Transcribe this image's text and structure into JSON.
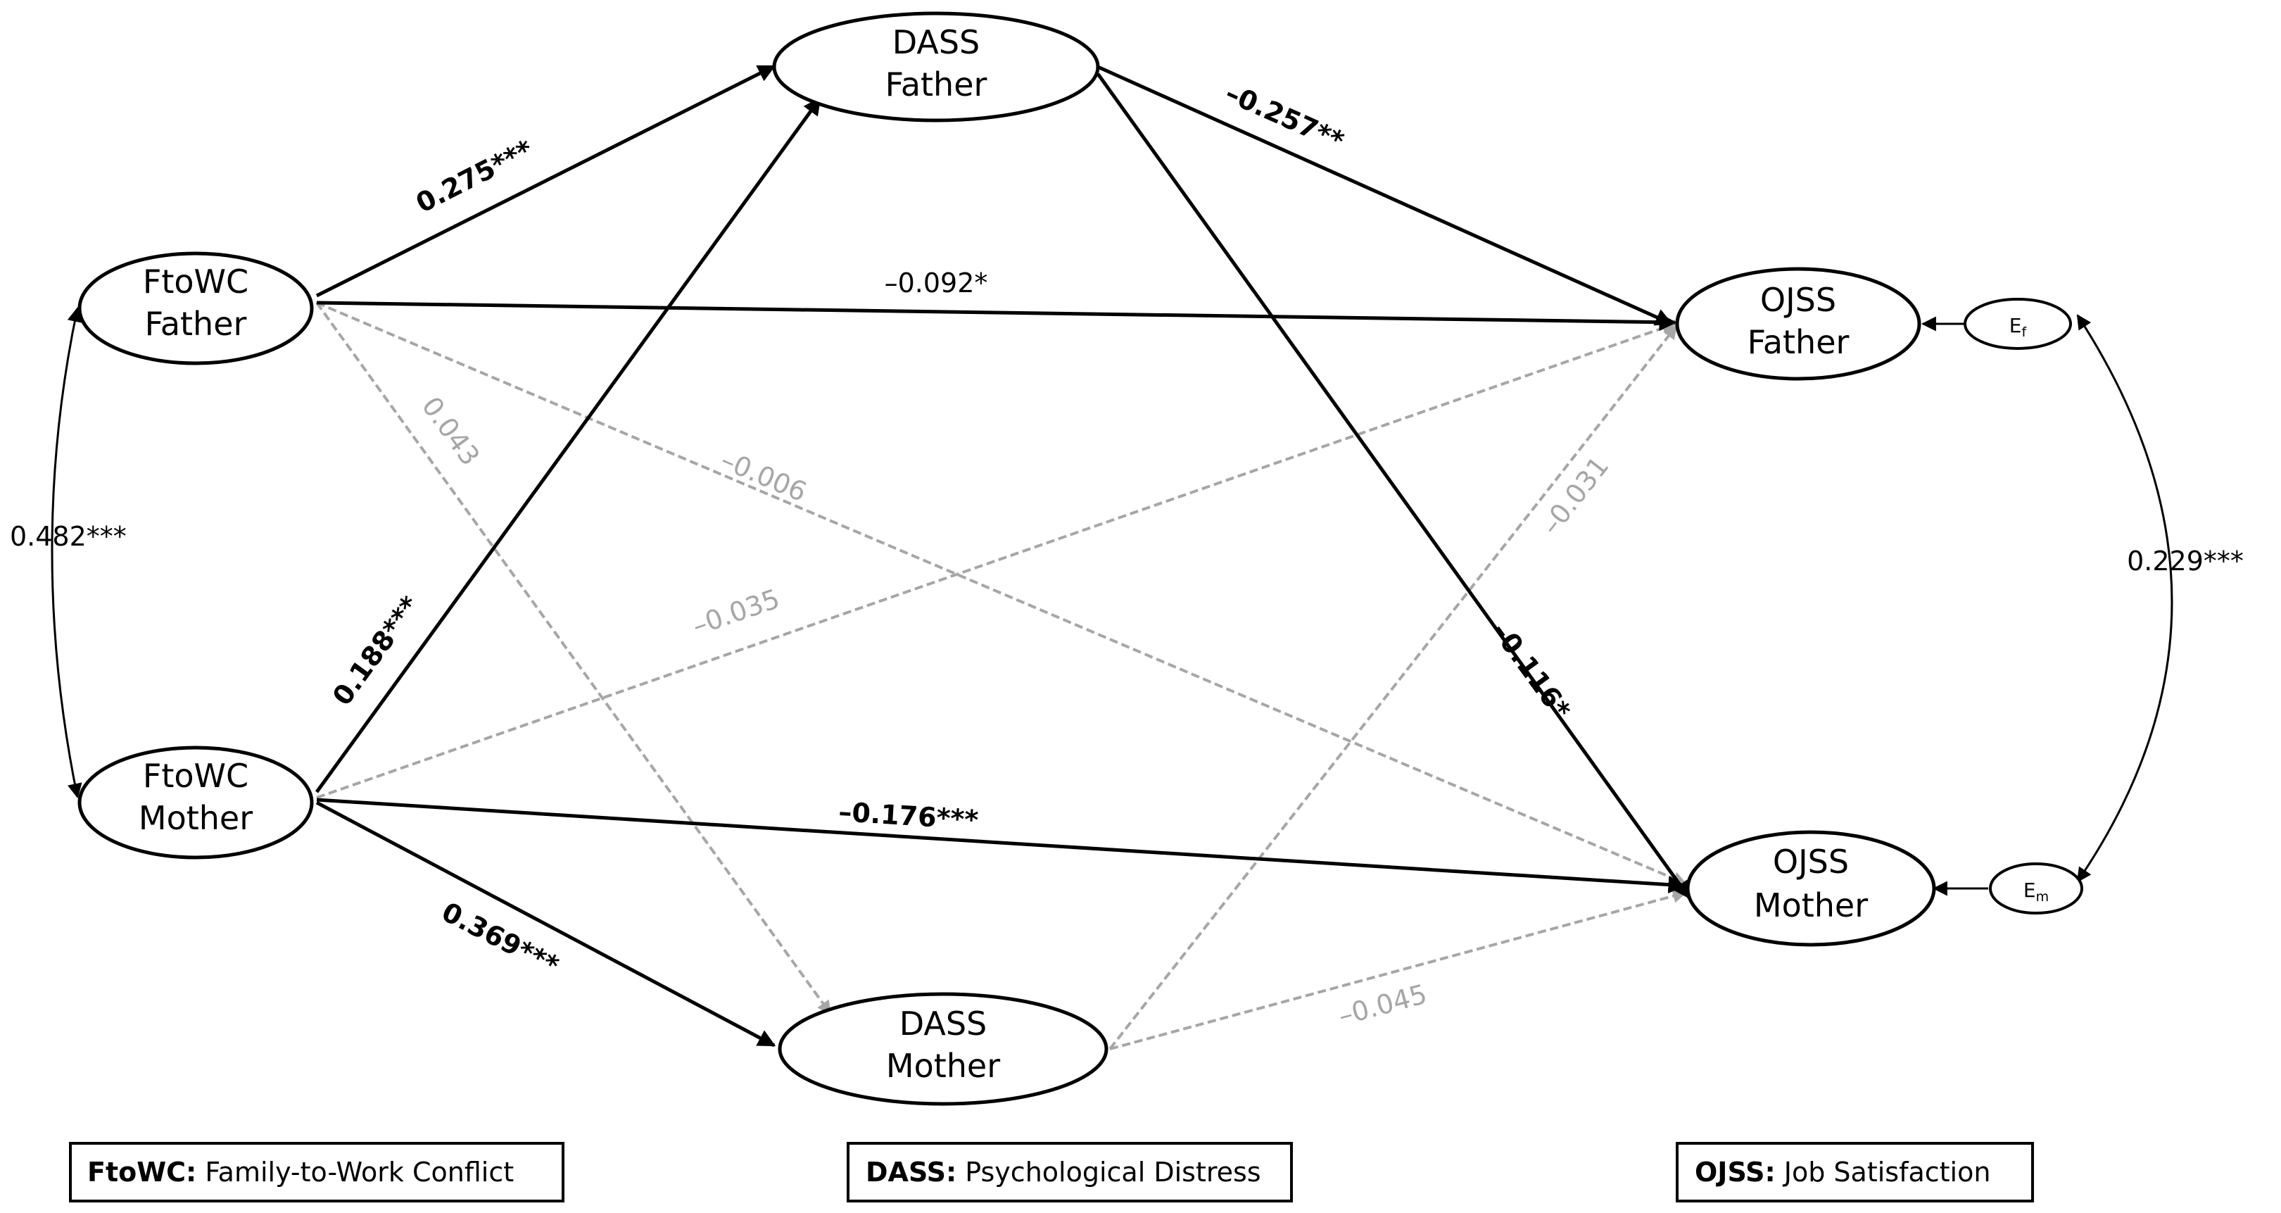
{
  "nodes": {
    "ftowc_father": {
      "line1": "FtoWC",
      "line2": "Father"
    },
    "ftowc_mother": {
      "line1": "FtoWC",
      "line2": "Mother"
    },
    "dass_father": {
      "line1": "DASS",
      "line2": "Father"
    },
    "dass_mother": {
      "line1": "DASS",
      "line2": "Mother"
    },
    "ojss_father": {
      "line1": "OJSS",
      "line2": "Father"
    },
    "ojss_mother": {
      "line1": "OJSS",
      "line2": "Mother"
    },
    "err_f": {
      "main": "E",
      "sub": "f"
    },
    "err_m": {
      "main": "E",
      "sub": "m"
    }
  },
  "paths": {
    "ff_df": "0.275***",
    "ff_of": "–0.092*",
    "ff_dm": "0.043",
    "ff_om": "–0.006",
    "fm_df": "0.188***",
    "fm_of": "–0.035",
    "fm_om": "–0.176***",
    "fm_dm": "0.369***",
    "df_of": "–0.257**",
    "df_om": "–0.116*",
    "dm_of": "–0.031",
    "dm_om": "–0.045"
  },
  "covariances": {
    "ftowc": "0.482***",
    "errors": "0.229***"
  },
  "legend": [
    {
      "key": "FtoWC:",
      "desc": " Family-to-Work Conflict"
    },
    {
      "key": "DASS:",
      "desc": " Psychological Distress"
    },
    {
      "key": "OJSS:",
      "desc": " Job Satisfaction"
    }
  ],
  "colors": {
    "significant": "#000000",
    "nonsignificant": "#a6a6a6"
  }
}
